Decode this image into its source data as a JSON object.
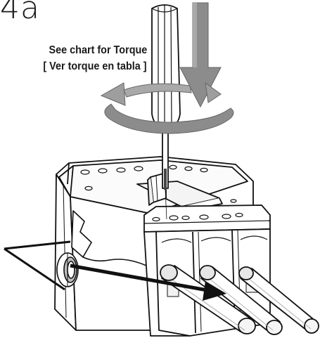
{
  "step": {
    "label": "4a"
  },
  "instruction": {
    "line1": "See chart for Torque",
    "line2": "[ Ver torque en tabla ]"
  },
  "colors": {
    "arrow_gray": "#8c8c8c",
    "line": "#111111",
    "shadow": "#cfcfcf"
  },
  "icons": {
    "tool": "screwdriver-icon",
    "push": "arrow-down-icon",
    "rotate": "rotate-arrow-icon",
    "insert": "insert-arrow-icon"
  }
}
